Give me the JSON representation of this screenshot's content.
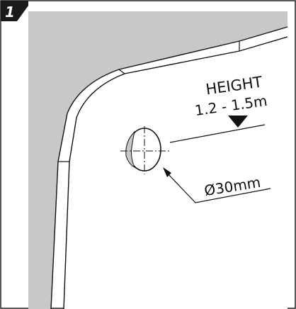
{
  "step": {
    "number": "1"
  },
  "annotations": {
    "height_title": "HEIGHT",
    "height_value": "1.2 - 1.5m",
    "hole_diameter": "Ø30mm"
  },
  "colors": {
    "wall_shade": "#c8c8c8",
    "badge": "#1a1a1a",
    "line": "#111111",
    "background": "#ffffff"
  },
  "icons": {
    "height_marker": "downward-triangle-arrow"
  }
}
